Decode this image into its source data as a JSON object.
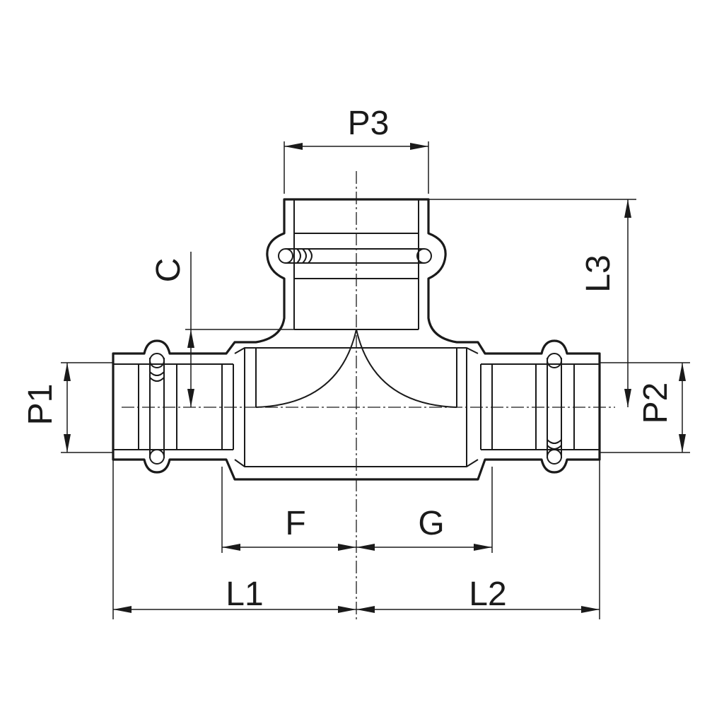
{
  "labels": {
    "p1": "P1",
    "p2": "P2",
    "p3": "P3",
    "l1": "L1",
    "l2": "L2",
    "l3": "L3",
    "c": "C",
    "f": "F",
    "g": "G"
  },
  "colors": {
    "line": "#1a1a1a",
    "background": "#ffffff"
  }
}
